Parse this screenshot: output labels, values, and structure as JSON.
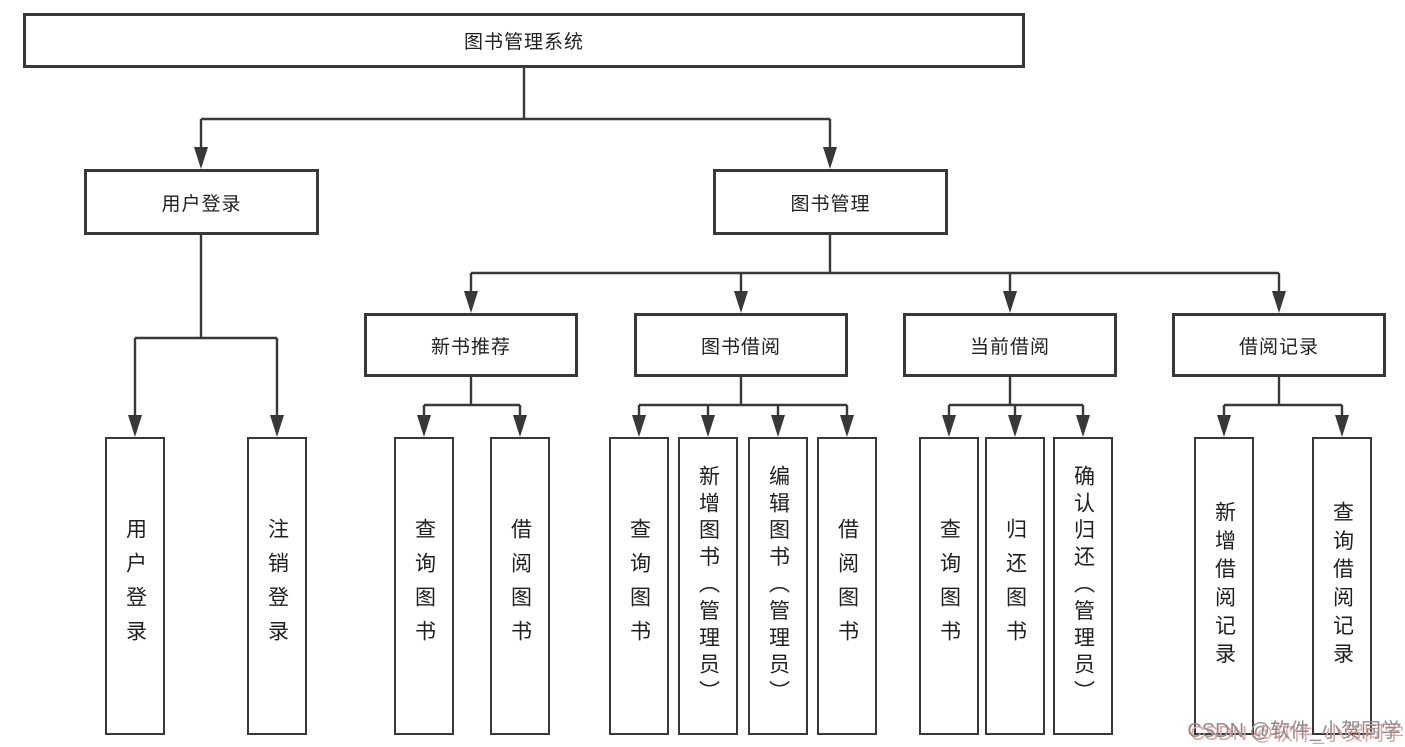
{
  "diagram": {
    "root": {
      "label": "图书管理系统"
    },
    "level1": [
      {
        "label": "用户登录",
        "children": [
          {
            "label": "用户登录"
          },
          {
            "label": "注销登录"
          }
        ]
      },
      {
        "label": "图书管理",
        "groups": [
          {
            "label": "新书推荐",
            "children": [
              {
                "label": "查询图书"
              },
              {
                "label": "借阅图书"
              }
            ]
          },
          {
            "label": "图书借阅",
            "children": [
              {
                "label": "查询图书"
              },
              {
                "label": "新增图书（管理员）"
              },
              {
                "label": "编辑图书（管理员）"
              },
              {
                "label": "借阅图书"
              }
            ]
          },
          {
            "label": "当前借阅",
            "children": [
              {
                "label": "查询图书"
              },
              {
                "label": "归还图书"
              },
              {
                "label": "确认归还（管理员）"
              }
            ]
          },
          {
            "label": "借阅记录",
            "children": [
              {
                "label": "新增借阅记录"
              },
              {
                "label": "查询借阅记录"
              }
            ]
          }
        ]
      }
    ]
  },
  "watermark": {
    "text": "CSDN @软件_小贺同学"
  },
  "colors": {
    "line": "#383838",
    "box_border": "#383838",
    "background": "#ffffff",
    "watermark_gray": "#8d8d8d",
    "watermark_red": "#e2a2a2"
  }
}
